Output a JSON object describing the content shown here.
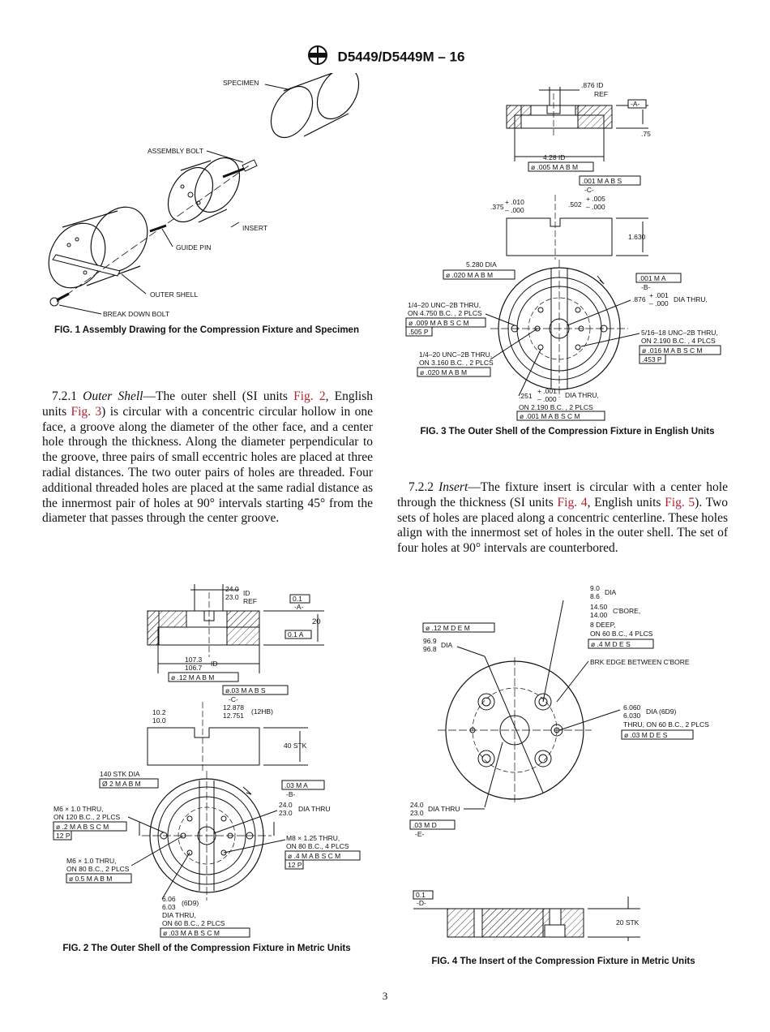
{
  "header": {
    "designation": "D5449/D5449M – 16",
    "logo": "astm-logo"
  },
  "fig1": {
    "caption": "FIG. 1 Assembly Drawing for the Compression Fixture and Specimen",
    "labels": {
      "specimen": "SPECIMEN",
      "assembly_bolt": "ASSEMBLY BOLT",
      "insert": "INSERT",
      "guide_pin": "GUIDE PIN",
      "outer_shell": "OUTER SHELL",
      "break_down_bolt": "BREAK DOWN BOLT"
    }
  },
  "fig2": {
    "caption": "FIG. 2 The Outer Shell of the Compression Fixture in Metric Units",
    "labels": {
      "id_top": "24.0",
      "id_bot": "23.0",
      "id_ref": "ID",
      "ref": "REF",
      "flat": "0.1",
      "datum_a": "-A-",
      "thick": "20",
      "par": "0.1 A",
      "od_top": "107.3",
      "od_bot": "106.7",
      "od_id": "ID",
      "fcf1": "ø .12 M A B M",
      "fcf2": "ø.03 M A B S",
      "datum_c": "-C-",
      "slot_top": "12.878",
      "slot_bot": "12.751",
      "slot_fit": "(12HB)",
      "groove_top": "10.2",
      "groove_bot": "10.0",
      "stk": "40 STK",
      "dia140": "140 STK DIA",
      "fcf3": "Ø 2 M A B M",
      "perp": ".03 M A",
      "datum_b": "-B-",
      "c_top": "24.0",
      "c_bot": "23.0",
      "c_dia": "DIA THRU",
      "m6a": "M6 × 1.0 THRU,",
      "m6a2": "ON 120 B.C., 2 PLCS",
      "fcf4": "ø .2 M A B S C M",
      "fcf4b": "12 P",
      "m8": "M8 × 1.25 THRU,",
      "m8b": "ON 80 B.C., 4 PLCS",
      "fcf5": "ø .4 M A B S C M",
      "fcf5b": "12 P",
      "m6b": "M6 × 1.0 THRU,",
      "m6b2": "ON 80 B.C., 2 PLCS",
      "fcf6": "ø 0.5 M A B M",
      "pin_top": "6.06",
      "pin_bot": "6.03",
      "pin_fit": "(6D9)",
      "pin_l1": "DIA THRU,",
      "pin_l2": "ON 60 B.C., 2 PLCS",
      "fcf7": "ø .03 M A B S C M"
    }
  },
  "fig3": {
    "caption": "FIG. 3 The Outer Shell of the Compression Fixture in English Units",
    "labels": {
      "id876": ".876 ID",
      "ref": "REF",
      "datum_a": "-A-",
      "thick": ".75",
      "id428": "4.28 ID",
      "fcf1": "ø .005 M A B M",
      "fcf2": ".001 M A B S",
      "datum_c": "-C-",
      "g_top": "+ .010",
      "g_bot": "– .000",
      "g_val": ".375",
      "s_val": ".502",
      "s_top": "+ .005",
      "s_bot": "– .000",
      "h": "1.630",
      "dia5280": "5.280 DIA",
      "fcf3": "ø .020 M A B M",
      "perp": ".001 M A",
      "datum_b": "-B-",
      "c_val": ".876",
      "c_top": "+ .001",
      "c_bot": "– .000",
      "c_dia": "DIA THRU,",
      "t1": "1/4–20 UNC–2B THRU,",
      "t1b": "ON 4.750 B.C. , 2 PLCS",
      "fcf4": "ø .009 M A B S C M",
      "fcf4b": ".505 P",
      "t2": "5/16–18 UNC–2B THRU,",
      "t2b": "ON 2.190 B.C. , 4 PLCS",
      "fcf5": "ø .016 M A B S C M",
      "fcf5b": ".453 P",
      "t3": "1/4–20 UNC–2B THRU,",
      "t3b": "ON 3.160 B.C. , 2 PLCS",
      "fcf6": "ø .020 M A B M",
      "p_val": ".251",
      "p_top": "+ .001",
      "p_bot": "– .000",
      "p_dia": "DIA THRU,",
      "p_bc": "ON 2.190 B.C. , 2 PLCS",
      "fcf7": "ø .001 M A B S C M"
    }
  },
  "fig4": {
    "caption": "FIG. 4 The Insert of the Compression Fixture in Metric Units",
    "labels": {
      "dia_top": "9.0",
      "dia_bot": "8.6",
      "dia": "DIA",
      "cb_top": "14.50",
      "cb_bot": "14.00",
      "cb": "C'BORE,",
      "deep": "8 DEEP,",
      "bc": "ON 60 B.C., 4 PLCS",
      "fcf1": "ø .4 M D E S",
      "brk": "BRK EDGE BETWEEN C'BORE",
      "fcf0": "ø .12 M D E M",
      "od_top": "96.9",
      "od_bot": "96.8",
      "od": "DIA",
      "p_top": "6.060",
      "p_bot": "6.030",
      "p_dia": "DIA (6D9)",
      "p_bc": "THRU, ON 60 B.C., 2 PLCS",
      "fcf2": "ø .03 M D E S",
      "c_top": "24.0",
      "c_bot": "23.0",
      "c_dia": "DIA THRU",
      "perp": ".03 M D",
      "datum_e": "-E-",
      "flat": "0.1",
      "datum_d": "-D-",
      "stk": "20 STK"
    }
  },
  "section_721": {
    "number": "7.2.1",
    "title": "Outer Shell",
    "t1": "—The outer shell (SI units ",
    "ref1": "Fig. 2",
    "t2": ", English units ",
    "ref2": "Fig. 3",
    "t3": ") is circular with a concentric circular hollow in one face, a groove along the diameter of the other face, and a center hole through the thickness. Along the diameter perpendicular to the groove, three pairs of small eccentric holes are placed at three radial distances. The two outer pairs of holes are threaded. Four additional threaded holes are placed at the same radial distance as the innermost pair of holes at 90° intervals starting 45° from the diameter that passes through the center groove."
  },
  "section_722": {
    "number": "7.2.2",
    "title": "Insert",
    "t1": "—The fixture insert is circular with a center hole through the thickness (SI units ",
    "ref1": "Fig. 4",
    "t2": ", English units ",
    "ref2": "Fig. 5",
    "t3": "). Two sets of holes are placed along a concentric centerline. These holes align with the innermost set of holes in the outer shell. The set of four holes at 90° intervals are counterbored."
  },
  "page_number": "3"
}
